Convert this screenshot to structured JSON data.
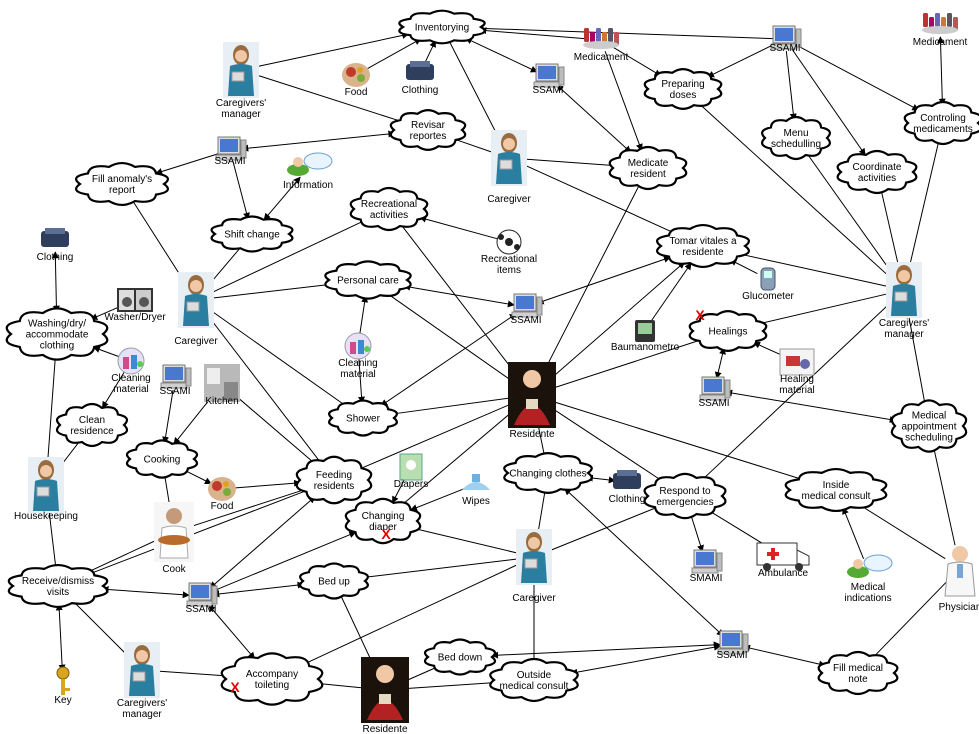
{
  "activities": {
    "inventorying": [
      "Inventorying"
    ],
    "preparing_doses": [
      "Preparing",
      "doses"
    ],
    "controling_medicaments": [
      "Controling",
      "medicaments"
    ],
    "menu_schedulling": [
      "Menu",
      "schedulling"
    ],
    "coordinate_activities": [
      "Coordinate",
      "activities"
    ],
    "revisar_reportes": [
      "Revisar",
      "reportes"
    ],
    "fill_anomaly_report": [
      "Fill anomaly's",
      "report"
    ],
    "medicate_resident": [
      "Medicate",
      "resident"
    ],
    "recreational_activities": [
      "Recreational",
      "activities"
    ],
    "shift_change": [
      "Shift change"
    ],
    "tomar_vitales": [
      "Tomar vitales a",
      "residente"
    ],
    "personal_care": [
      "Personal care"
    ],
    "washing_clothing": [
      "Washing/dry/",
      "accommodate",
      "clothing"
    ],
    "healings": [
      "Healings"
    ],
    "clean_residence": [
      "Clean",
      "residence"
    ],
    "shower": [
      "Shower"
    ],
    "medical_appointment_scheduling": [
      "Medical",
      "appointment",
      "scheduling"
    ],
    "cooking": [
      "Cooking"
    ],
    "changing_clothes": [
      "Changing clothes"
    ],
    "feeding_residents": [
      "Feeding",
      "residents"
    ],
    "respond_to_emergencies": [
      "Respond to",
      "emergencies"
    ],
    "inside_medical_consult": [
      "Inside",
      "medical consult"
    ],
    "changing_diaper": [
      "Changing",
      "diaper"
    ],
    "receive_dismiss_visits": [
      "Receive/dismiss",
      "visits"
    ],
    "bed_up": [
      "Bed up"
    ],
    "bed_down": [
      "Bed down"
    ],
    "fill_medical_note": [
      "Fill medical",
      "note"
    ],
    "accompany_toileting": [
      "Accompany",
      "toileting"
    ],
    "outside_medical_consult": [
      "Outside",
      "medical consult"
    ]
  },
  "resources": {
    "food_top": [
      "Food"
    ],
    "clothing_top": [
      "Clothing"
    ],
    "ssami_inventory": [
      "SSAMI"
    ],
    "medicament_center": [
      "Medicament"
    ],
    "ssami_top_right": [
      "SSAMI"
    ],
    "medicament_right": [
      "Medicament"
    ],
    "ssami_left": [
      "SSAMI"
    ],
    "information": [
      "Information"
    ],
    "recreational_items": [
      "Recreational",
      "items"
    ],
    "clothing_left": [
      "Clothing"
    ],
    "washer_dryer": [
      "Washer/Dryer"
    ],
    "glucometer": [
      "Glucometer"
    ],
    "ssami_middle": [
      "SSAMI"
    ],
    "baumanometro": [
      "Baumanometro"
    ],
    "cleaning_material_left": [
      "Cleaning",
      "material"
    ],
    "cleaning_material_mid": [
      "Cleaning",
      "material"
    ],
    "healing_material": [
      "Healing",
      "material"
    ],
    "ssami_kitchen": [
      "SSAMI"
    ],
    "kitchen": [
      "Kitchen"
    ],
    "ssami_healing": [
      "SSAMI"
    ],
    "diapers": [
      "Diapers"
    ],
    "wipes": [
      "Wipes"
    ],
    "food_cook": [
      "Food"
    ],
    "clothing_mid": [
      "Clothing"
    ],
    "smami": [
      "SMAMI"
    ],
    "ambulance": [
      "Ambulance"
    ],
    "medical_indications": [
      "Medical",
      "indications"
    ],
    "ssami_bottom": [
      "SSAMI"
    ],
    "ssami_bottom_right": [
      "SSAMI"
    ],
    "key": [
      "Key"
    ]
  },
  "actors": {
    "caregivers_manager_top": [
      "Caregivers'",
      "manager"
    ],
    "caregiver_top": [
      "Caregiver"
    ],
    "caregiver_left": [
      "Caregiver"
    ],
    "caregivers_manager_right": [
      "Caregivers'",
      "manager"
    ],
    "residente_center": [
      "Residente"
    ],
    "housekeeping": [
      "Housekeeping"
    ],
    "cook": [
      "Cook"
    ],
    "caregiver_bottom": [
      "Caregiver"
    ],
    "physician": [
      "Physician"
    ],
    "caregivers_manager_bottom": [
      "Caregivers'",
      "manager"
    ],
    "residente_bottom": [
      "Residente"
    ]
  },
  "marks": {
    "cross": "X"
  },
  "colors": {
    "line": "#000000",
    "cloud_fill": "#ffffff",
    "cross": "#e00000",
    "monitor": "#4a78d0",
    "skin": "#f1c8a6"
  }
}
